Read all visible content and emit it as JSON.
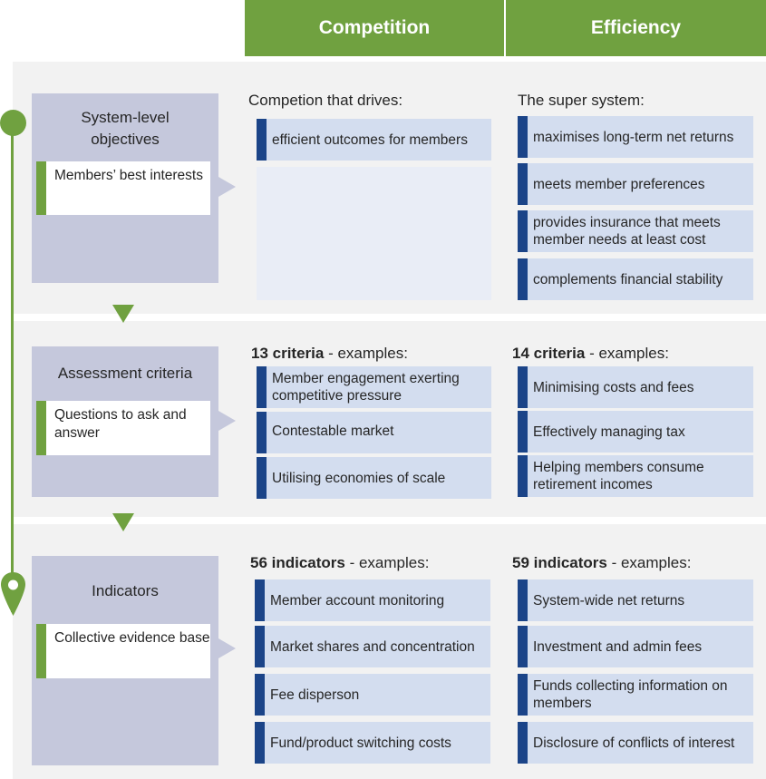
{
  "columns": [
    {
      "label": "Competition"
    },
    {
      "label": "Efficiency"
    }
  ],
  "colors": {
    "header_green": "#70a140",
    "band_bg": "#f2f2f2",
    "left_box_bg": "#c5c8dc",
    "item_bg": "#d3ddef",
    "item_accent_blue": "#1b4488",
    "card_accent_green": "#70a140"
  },
  "timeline": {
    "start_icon": "circle-dot-icon",
    "end_icon": "map-pin-icon",
    "step_arrow_icon": "triangle-down-icon"
  },
  "rows": [
    {
      "left_title": "System-level objectives",
      "left_card": "Members’ best interests",
      "competition": {
        "label_bold": "",
        "label_rest": "Competion that drives:",
        "items": [
          "efficient outcomes for members"
        ]
      },
      "efficiency": {
        "label_bold": "",
        "label_rest": "The super system:",
        "items": [
          "maximises long-term net returns",
          "meets member preferences",
          "provides insurance that meets member needs at least cost",
          "complements financial stability"
        ]
      }
    },
    {
      "left_title": "Assessment criteria",
      "left_card": "Questions to ask and answer",
      "competition": {
        "label_bold": "13 criteria",
        "label_rest": " - examples:",
        "items": [
          "Member engagement exerting competitive pressure",
          "Contestable market",
          "Utilising economies of scale"
        ]
      },
      "efficiency": {
        "label_bold": "14 criteria",
        "label_rest": " - examples:",
        "items": [
          "Minimising costs and fees",
          "Effectively managing tax",
          "Helping members consume retirement incomes"
        ]
      }
    },
    {
      "left_title": "Indicators",
      "left_card": "Collective evidence base",
      "competition": {
        "label_bold": "56 indicators",
        "label_rest": " - examples:",
        "items": [
          "Member account monitoring",
          "Market shares and concentration",
          "Fee disperson",
          "Fund/product switching costs"
        ]
      },
      "efficiency": {
        "label_bold": "59 indicators",
        "label_rest": " - examples:",
        "items": [
          "System-wide net returns",
          "Investment and admin fees",
          "Funds collecting information on members",
          "Disclosure of conflicts of interest"
        ]
      }
    }
  ]
}
